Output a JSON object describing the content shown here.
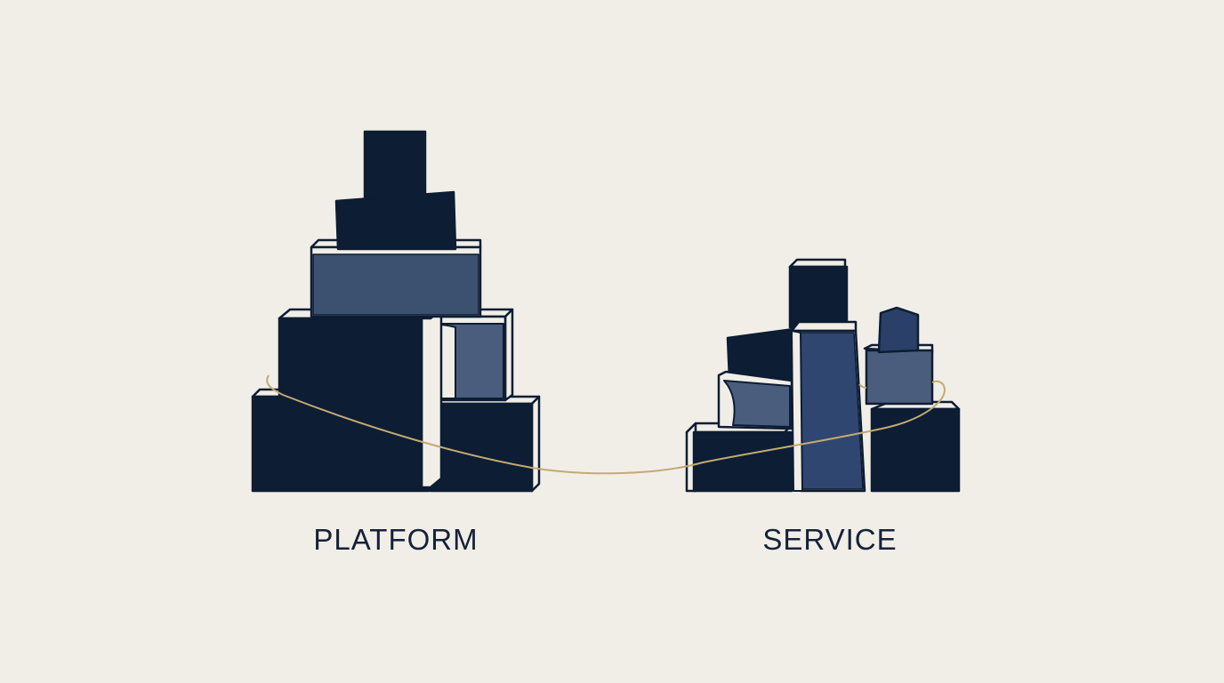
{
  "labels": {
    "platform": "PLATFORM",
    "service": "SERVICE"
  },
  "colors": {
    "background": "#f1eee8",
    "navy": "#0d1d33",
    "slate_blue": "#3c5070",
    "muted_blue": "#4a5d7c",
    "royal_blue": "#2b4068",
    "outline": "#0d1d33",
    "connector": "#c3aa72",
    "text": "#152238"
  },
  "groups": [
    {
      "name": "platform",
      "block_count": 8
    },
    {
      "name": "service",
      "block_count": 8
    }
  ]
}
